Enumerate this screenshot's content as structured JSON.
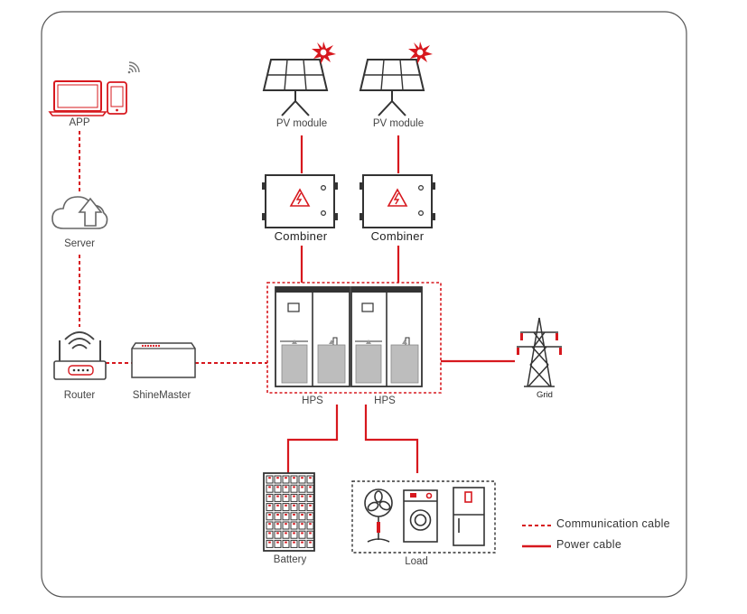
{
  "labels": {
    "app": "APP",
    "server": "Server",
    "router": "Router",
    "shinemaster": "ShineMaster",
    "pv1": "PV module",
    "pv2": "PV module",
    "combiner1": "Combiner",
    "combiner2": "Combiner",
    "hps1": "HPS",
    "hps2": "HPS",
    "grid": "Grid",
    "battery": "Battery",
    "load": "Load"
  },
  "legend": {
    "communication": "Communication cable",
    "power": "Power cable"
  },
  "colors": {
    "accent": "#d7181e",
    "line": "#333333",
    "frame": "#555555"
  }
}
